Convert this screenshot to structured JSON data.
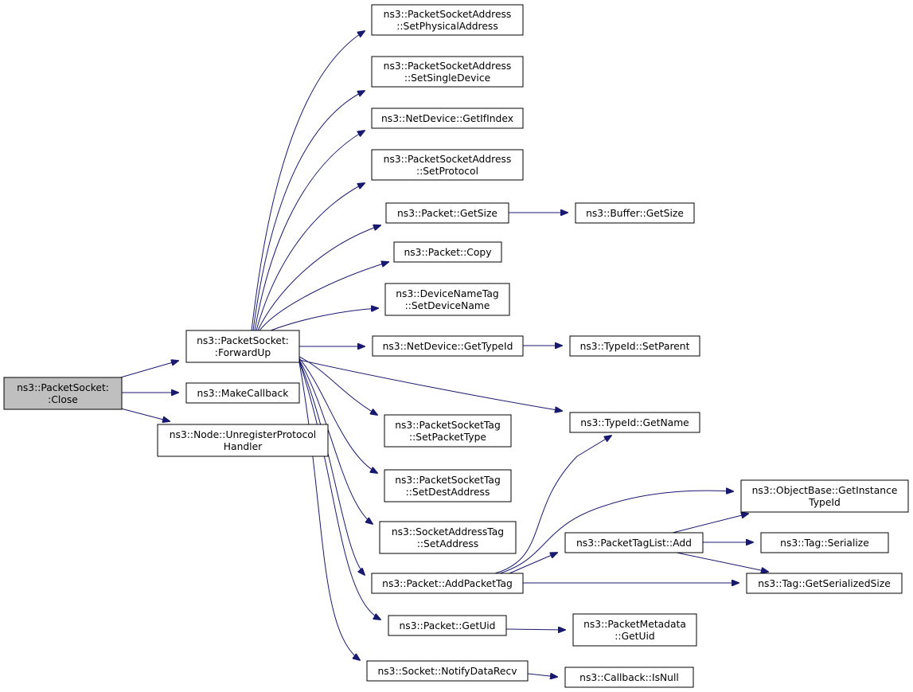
{
  "colors": {
    "edge": "#191970",
    "node_border": "#000000",
    "root_fill": "#bfbfbf",
    "node_fill": "#ffffff"
  },
  "nodes": [
    {
      "id": "close",
      "lines": [
        "ns3::PacketSocket:",
        ":Close"
      ],
      "root": true
    },
    {
      "id": "forwardup",
      "lines": [
        "ns3::PacketSocket:",
        ":ForwardUp"
      ]
    },
    {
      "id": "makecallback",
      "lines": [
        "ns3::MakeCallback"
      ]
    },
    {
      "id": "unregister",
      "lines": [
        "ns3::Node::UnregisterProtocol",
        "Handler"
      ]
    },
    {
      "id": "setphys",
      "lines": [
        "ns3::PacketSocketAddress",
        "::SetPhysicalAddress"
      ]
    },
    {
      "id": "setsingle",
      "lines": [
        "ns3::PacketSocketAddress",
        "::SetSingleDevice"
      ]
    },
    {
      "id": "getifindex",
      "lines": [
        "ns3::NetDevice::GetIfIndex"
      ]
    },
    {
      "id": "setprotocol",
      "lines": [
        "ns3::PacketSocketAddress",
        "::SetProtocol"
      ]
    },
    {
      "id": "pktgetsize",
      "lines": [
        "ns3::Packet::GetSize"
      ]
    },
    {
      "id": "bufgetsize",
      "lines": [
        "ns3::Buffer::GetSize"
      ]
    },
    {
      "id": "pktcopy",
      "lines": [
        "ns3::Packet::Copy"
      ]
    },
    {
      "id": "setdevname",
      "lines": [
        "ns3::DeviceNameTag",
        "::SetDeviceName"
      ]
    },
    {
      "id": "netgettypeid",
      "lines": [
        "ns3::NetDevice::GetTypeId"
      ]
    },
    {
      "id": "setparent",
      "lines": [
        "ns3::TypeId::SetParent"
      ]
    },
    {
      "id": "getname",
      "lines": [
        "ns3::TypeId::GetName"
      ]
    },
    {
      "id": "setpkttype",
      "lines": [
        "ns3::PacketSocketTag",
        "::SetPacketType"
      ]
    },
    {
      "id": "setdestaddr",
      "lines": [
        "ns3::PacketSocketTag",
        "::SetDestAddress"
      ]
    },
    {
      "id": "getinsttypeid",
      "lines": [
        "ns3::ObjectBase::GetInstance",
        "TypeId"
      ]
    },
    {
      "id": "setaddress",
      "lines": [
        "ns3::SocketAddressTag",
        "::SetAddress"
      ]
    },
    {
      "id": "ptladd",
      "lines": [
        "ns3::PacketTagList::Add"
      ]
    },
    {
      "id": "tagserialize",
      "lines": [
        "ns3::Tag::Serialize"
      ]
    },
    {
      "id": "addpackettag",
      "lines": [
        "ns3::Packet::AddPacketTag"
      ]
    },
    {
      "id": "getserialsize",
      "lines": [
        "ns3::Tag::GetSerializedSize"
      ]
    },
    {
      "id": "pktgetuid",
      "lines": [
        "ns3::Packet::GetUid"
      ]
    },
    {
      "id": "metagetuid",
      "lines": [
        "ns3::PacketMetadata",
        "::GetUid"
      ]
    },
    {
      "id": "notifyrecv",
      "lines": [
        "ns3::Socket::NotifyDataRecv"
      ]
    },
    {
      "id": "isnull",
      "lines": [
        "ns3::Callback::IsNull"
      ]
    }
  ],
  "edges": [
    [
      "close",
      "forwardup"
    ],
    [
      "close",
      "makecallback"
    ],
    [
      "close",
      "unregister"
    ],
    [
      "forwardup",
      "setphys"
    ],
    [
      "forwardup",
      "setsingle"
    ],
    [
      "forwardup",
      "getifindex"
    ],
    [
      "forwardup",
      "setprotocol"
    ],
    [
      "forwardup",
      "pktgetsize"
    ],
    [
      "forwardup",
      "pktcopy"
    ],
    [
      "forwardup",
      "setdevname"
    ],
    [
      "forwardup",
      "netgettypeid"
    ],
    [
      "forwardup",
      "getname"
    ],
    [
      "forwardup",
      "setpkttype"
    ],
    [
      "forwardup",
      "setdestaddr"
    ],
    [
      "forwardup",
      "setaddress"
    ],
    [
      "forwardup",
      "addpackettag"
    ],
    [
      "forwardup",
      "pktgetuid"
    ],
    [
      "forwardup",
      "notifyrecv"
    ],
    [
      "pktgetsize",
      "bufgetsize"
    ],
    [
      "netgettypeid",
      "setparent"
    ],
    [
      "addpackettag",
      "getname"
    ],
    [
      "addpackettag",
      "getinsttypeid"
    ],
    [
      "addpackettag",
      "ptladd"
    ],
    [
      "addpackettag",
      "getserialsize"
    ],
    [
      "ptladd",
      "getinsttypeid"
    ],
    [
      "ptladd",
      "tagserialize"
    ],
    [
      "ptladd",
      "getserialsize"
    ],
    [
      "pktgetuid",
      "metagetuid"
    ],
    [
      "notifyrecv",
      "isnull"
    ]
  ]
}
